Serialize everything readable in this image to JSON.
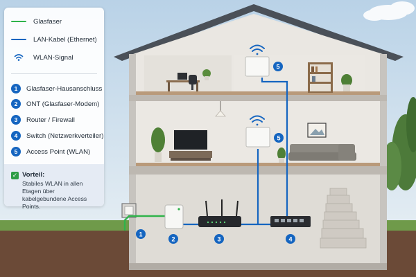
{
  "legend": {
    "lines": [
      {
        "label": "Glasfaser",
        "color": "#2fb34a"
      },
      {
        "label": "LAN-Kabel (Ethernet)",
        "color": "#1565c0"
      },
      {
        "label": "WLAN-Signal",
        "color": "#1565c0",
        "icon": "wifi-icon"
      }
    ],
    "items": [
      {
        "number": "1",
        "label": "Glasfaser-Hausanschluss"
      },
      {
        "number": "2",
        "label": "ONT (Glasfaser-Modem)"
      },
      {
        "number": "3",
        "label": "Router / Firewall"
      },
      {
        "number": "4",
        "label": "Switch (Netzwerkverteiler)"
      },
      {
        "number": "5",
        "label": "Access Point (WLAN)"
      }
    ]
  },
  "benefit": {
    "title": "Vorteil:",
    "text": "Stabiles WLAN in allen Etagen über kabelgebundene Access Points."
  },
  "markers": {
    "hausanschluss": "1",
    "ont": "2",
    "router": "3",
    "switch": "4",
    "ap_top": "5",
    "ap_middle": "5"
  },
  "colors": {
    "fiber": "#2fb34a",
    "lan": "#1565c0",
    "marker": "#1565c0",
    "roof": "#4a5058",
    "wall": "#eceae6"
  }
}
